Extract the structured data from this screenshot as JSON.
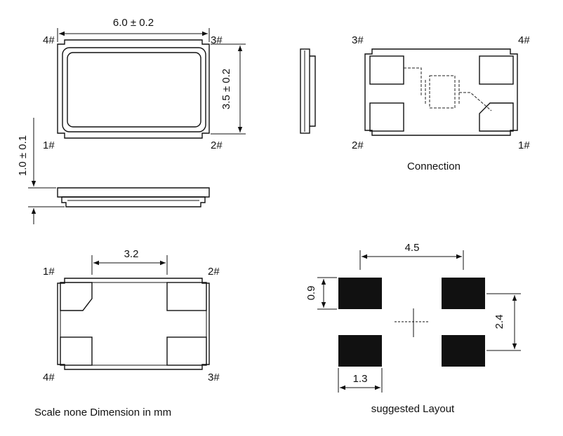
{
  "top_view": {
    "width_dim": "6.0 ± 0.2",
    "height_dim": "3.5 ± 0.2",
    "pins": {
      "p4": "4#",
      "p3": "3#",
      "p1": "1#",
      "p2": "2#"
    }
  },
  "side_view": {
    "thickness_dim": "1.0 ± 0.1"
  },
  "connection": {
    "caption": "Connection",
    "pins": {
      "p3": "3#",
      "p4": "4#",
      "p2": "2#",
      "p1": "1#"
    }
  },
  "bottom_view": {
    "pad_spacing_dim": "3.2",
    "pins": {
      "p1": "1#",
      "p2": "2#",
      "p4": "4#",
      "p3": "3#"
    }
  },
  "layout": {
    "caption": "suggested Layout",
    "pitch_x_dim": "4.5",
    "pad_height_dim": "0.9",
    "pitch_y_dim": "2.4",
    "pad_width_dim": "1.3"
  },
  "footer_note": "Scale none Dimension in mm"
}
